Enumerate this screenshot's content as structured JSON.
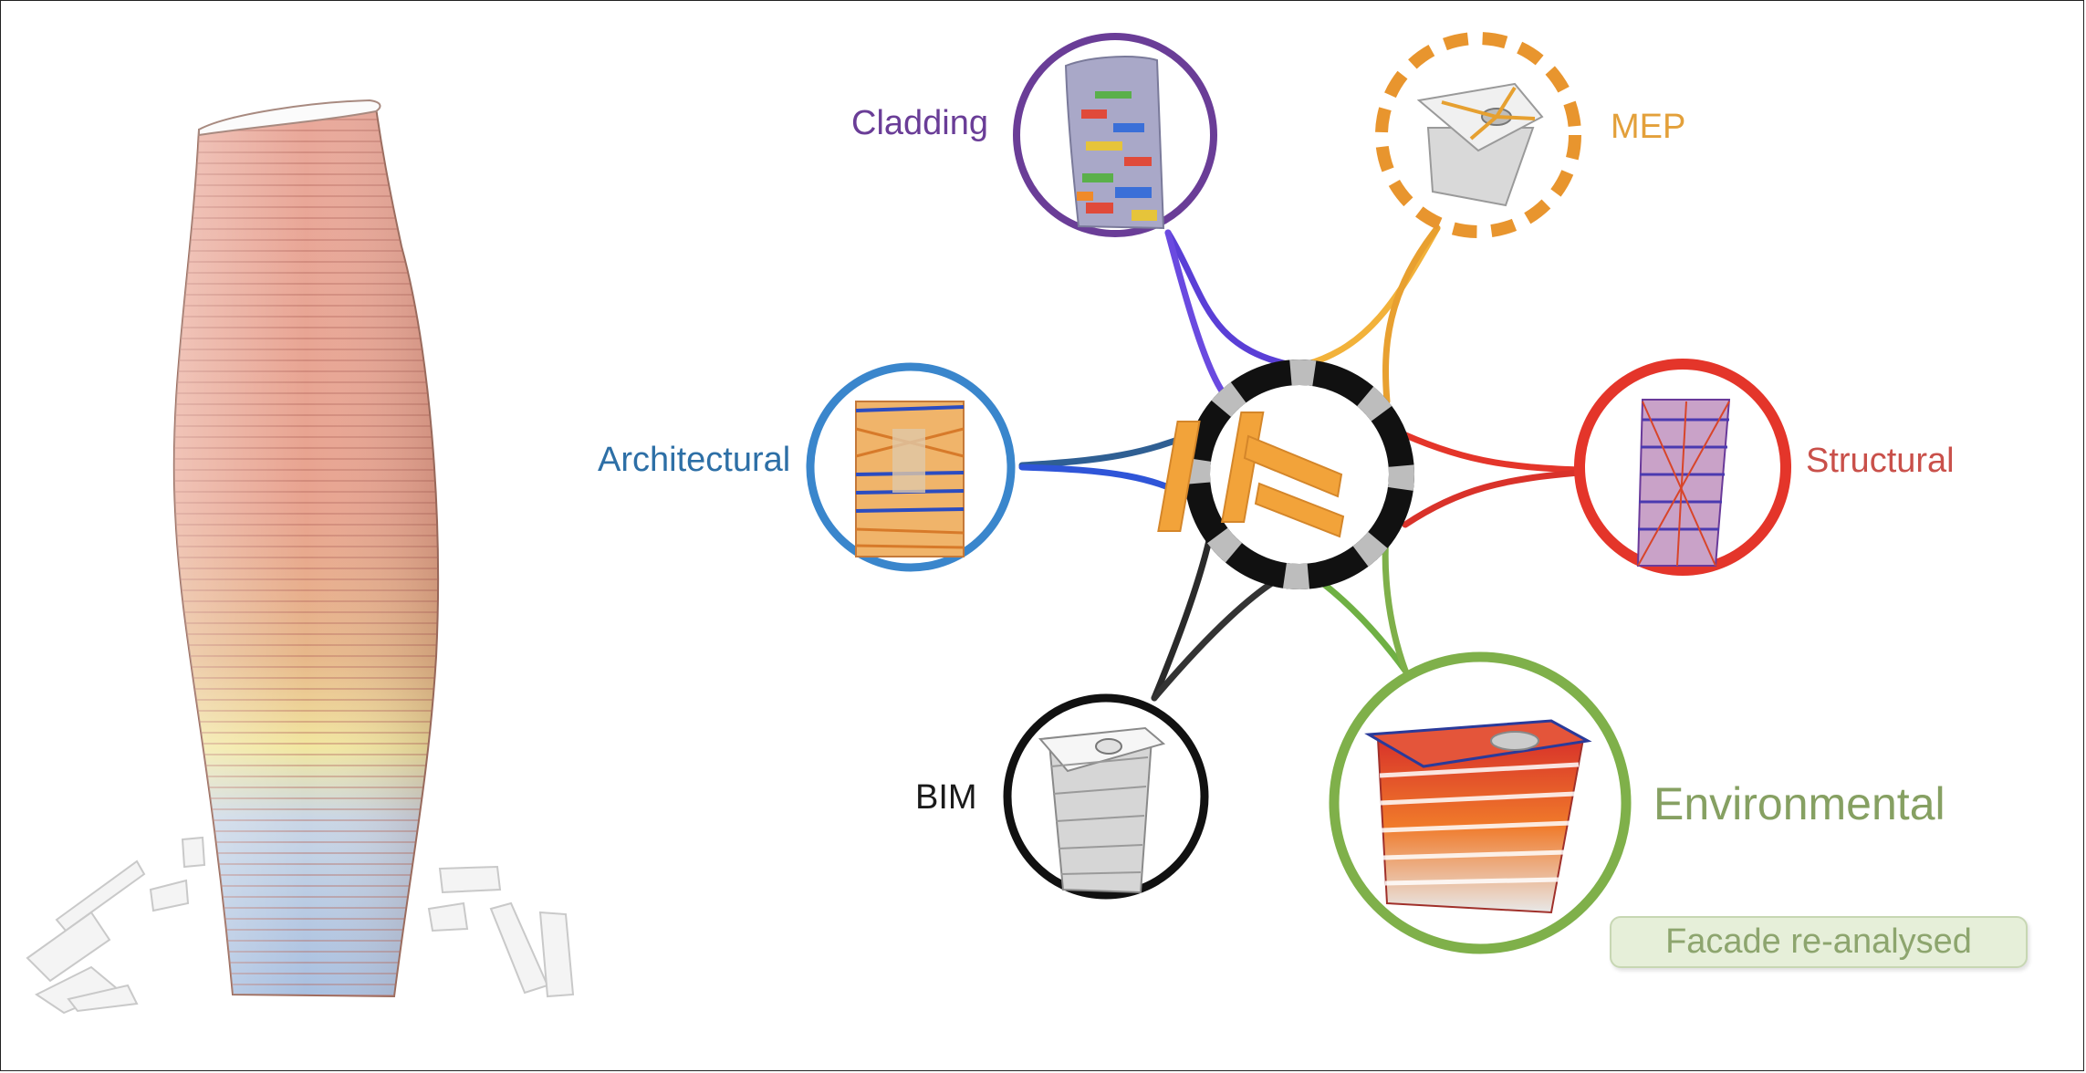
{
  "nodes": {
    "cladding": {
      "label": "Cladding",
      "color": "#6a3d97"
    },
    "mep": {
      "label": "MEP",
      "color": "#e3a03a"
    },
    "architectural": {
      "label": "Architectural",
      "color": "#2d6fa6"
    },
    "structural": {
      "label": "Structural",
      "color": "#e0392b"
    },
    "bim": {
      "label": "BIM",
      "color": "#111111"
    },
    "environmental": {
      "label": "Environmental",
      "color": "#7fb04a"
    }
  },
  "status_tag": "Facade re-analysed",
  "hub": {
    "icon": "hub-logo-icon",
    "color": "#f2a33a"
  }
}
